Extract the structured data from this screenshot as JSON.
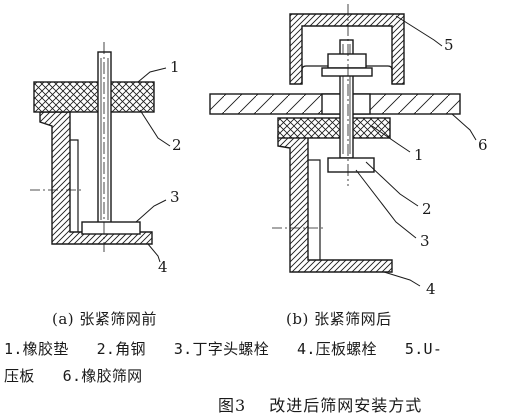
{
  "callouts_a": [
    "1",
    "2",
    "3",
    "4"
  ],
  "callouts_b": [
    "5",
    "6",
    "1",
    "2",
    "3",
    "4"
  ],
  "caption_a": "(a) 张紧筛网前",
  "caption_b": "(b) 张紧筛网后",
  "legend": {
    "line1": [
      "1.橡胶垫",
      "2.角钢",
      "3.丁字头螺栓",
      "4.压板螺栓",
      "5.U-"
    ],
    "line2": [
      "压板",
      "6.橡胶筛网"
    ]
  },
  "figure_title": "图3　 改进后筛网安装方式"
}
